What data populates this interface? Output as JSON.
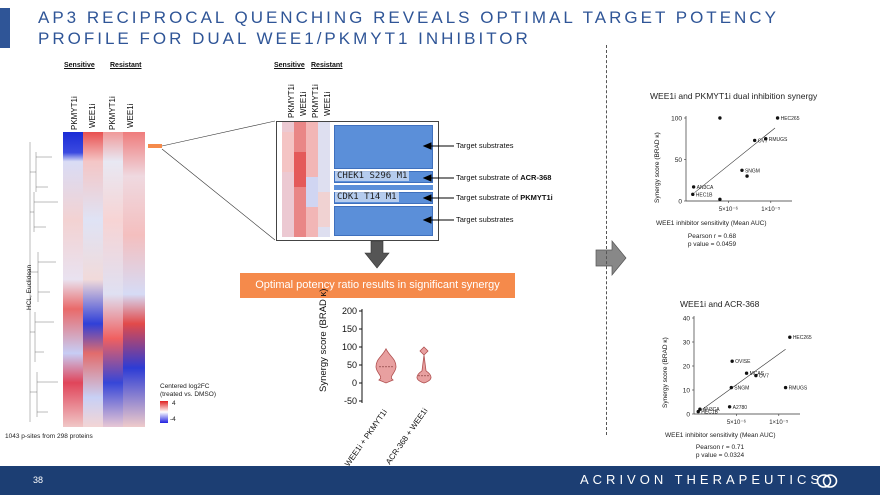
{
  "slide": {
    "title": "AP3 RECIPROCAL QUENCHING REVEALS OPTIMAL TARGET POTENCY PROFILE FOR DUAL WEE1/PKMYT1 INHIBITOR",
    "page_number": "38",
    "brand": "ACRIVON THERAPEUTICS",
    "accent_color": "#2f5597",
    "footer_color": "#1c3e73",
    "banner_color": "#f58a4b"
  },
  "heatmap": {
    "sensitive_label": "Sensitive",
    "resistant_label": "Resistant",
    "columns": [
      "PKMYT1i",
      "WEE1i",
      "PKMYT1i",
      "WEE1i"
    ],
    "y_label": "HCL, Euclidean",
    "footnote": "1043 p-sites from 298 proteins",
    "legend_title": "Centered log2FC",
    "legend_subtitle": "(treated vs. DMSO)",
    "legend_max": "4",
    "legend_min": "-4"
  },
  "zoom": {
    "sensitive_label": "Sensitive",
    "resistant_label": "Resistant",
    "columns": [
      "PKMYT1i",
      "WEE1i",
      "PKMYT1i",
      "WEE1i"
    ],
    "row_chek1": "CHEK1 S296 M1",
    "row_cdk1": "CDK1 T14 M1",
    "label_targets_top": "Target substrates",
    "label_acr_prefix": "Target substrate of ",
    "label_acr_name": "ACR-368",
    "label_pkmyt1_prefix": "Target substrate of ",
    "label_pkmyt1_name": "PKMYT1i",
    "label_targets_bottom": "Target substrates"
  },
  "banner": {
    "text": "Optimal potency ratio results in significant synergy"
  },
  "violin": {
    "ylabel": "Synergy score (BRAD κ)",
    "yticks": [
      "200",
      "150",
      "100",
      "50",
      "0",
      "-50"
    ],
    "categories": [
      "WEE1i + PKMYT1i",
      "ACR-368 + WEE1i"
    ]
  },
  "chart1": {
    "title": "WEE1i and PKMYT1i dual inhibition synergy",
    "ylabel": "Synergy score (BRAD κ)",
    "xlabel": "WEE1 inhibitor sensitivity (Mean AUC)",
    "yticks": [
      "100",
      "50",
      "0"
    ],
    "xticks": [
      "5×10⁻⁶",
      "1×10⁻⁵"
    ],
    "pearson": "Pearson r = 0.68",
    "pvalue": "p value = 0.0459"
  },
  "chart2": {
    "title": "WEE1i and ACR-368",
    "ylabel": "Synergy score (BRAD κ)",
    "xlabel": "WEE1 inhibitor sensitivity (Mean AUC)",
    "yticks": [
      "40",
      "30",
      "20",
      "10",
      "0"
    ],
    "xticks": [
      "5×10⁻⁶",
      "1×10⁻⁵"
    ],
    "pearson": "Pearson r = 0.71",
    "pvalue": "p value = 0.0324"
  },
  "chart_data": [
    {
      "type": "violin",
      "ylabel": "Synergy score (BRAD κ)",
      "ylim": [
        -50,
        200
      ],
      "categories": [
        "WEE1i + PKMYT1i",
        "ACR-368 + WEE1i"
      ],
      "series": [
        {
          "name": "WEE1i + PKMYT1i",
          "min": 0,
          "max": 95,
          "median": 45,
          "color": "#e8a0a0"
        },
        {
          "name": "ACR-368 + WEE1i",
          "min": 0,
          "max": 100,
          "median": 20,
          "color": "#e8a0a0"
        }
      ]
    },
    {
      "type": "scatter",
      "title": "WEE1i and PKMYT1i dual inhibition synergy",
      "xlabel": "WEE1 inhibitor sensitivity (Mean AUC)",
      "ylabel": "Synergy score (BRAD κ)",
      "xlim": [
        0,
        1.25e-05
      ],
      "ylim": [
        0,
        100
      ],
      "points": [
        {
          "x": 4e-06,
          "y": 100,
          "label": ""
        },
        {
          "x": 1.08e-05,
          "y": 100,
          "label": "HEC265"
        },
        {
          "x": 8.1e-06,
          "y": 73,
          "label": "OV7"
        },
        {
          "x": 9.4e-06,
          "y": 75,
          "label": "RMUGS"
        },
        {
          "x": 6.6e-06,
          "y": 37,
          "label": "SNGM"
        },
        {
          "x": 7.2e-06,
          "y": 30,
          "label": ""
        },
        {
          "x": 9e-07,
          "y": 17,
          "label": "AN3CA"
        },
        {
          "x": 8e-07,
          "y": 8,
          "label": "HEC1B"
        },
        {
          "x": 4e-06,
          "y": 2,
          "label": ""
        }
      ]
    },
    {
      "type": "scatter",
      "title": "WEE1i and ACR-368",
      "xlabel": "WEE1 inhibitor sensitivity (Mean AUC)",
      "ylabel": "Synergy score (BRAD κ)",
      "xlim": [
        0,
        1.25e-05
      ],
      "ylim": [
        0,
        40
      ],
      "points": [
        {
          "x": 1.13e-05,
          "y": 32,
          "label": "HEC265"
        },
        {
          "x": 4.5e-06,
          "y": 22,
          "label": "OVISE"
        },
        {
          "x": 6.2e-06,
          "y": 17,
          "label": "MCAS"
        },
        {
          "x": 7.3e-06,
          "y": 16,
          "label": "OV7"
        },
        {
          "x": 1.08e-05,
          "y": 11,
          "label": "RMUGS"
        },
        {
          "x": 4.4e-06,
          "y": 11,
          "label": "SNGM"
        },
        {
          "x": 4.2e-06,
          "y": 3,
          "label": "A2780"
        },
        {
          "x": 7e-07,
          "y": 2,
          "label": "AN3CA"
        },
        {
          "x": 5e-07,
          "y": 1,
          "label": "HEC1B"
        }
      ]
    }
  ]
}
